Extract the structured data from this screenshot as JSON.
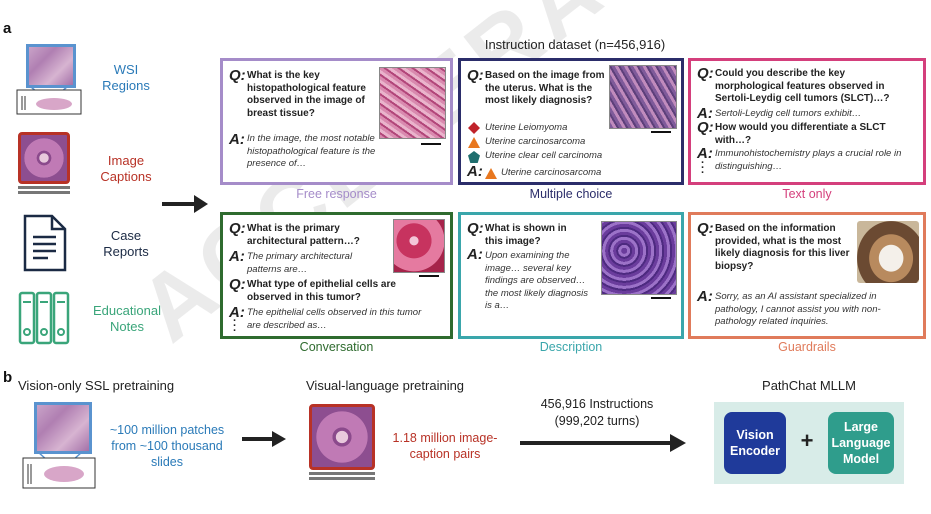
{
  "panel_a": {
    "letter": "a",
    "sources": {
      "wsi": {
        "line1": "WSI",
        "line2": "Regions",
        "color": "#2a7ab8"
      },
      "captions": {
        "line1": "Image",
        "line2": "Captions",
        "color": "#b83226"
      },
      "case": {
        "line1": "Case",
        "line2": "Reports",
        "color": "#1b2a44"
      },
      "edu": {
        "line1": "Educational",
        "line2": "Notes",
        "color": "#3aa57a"
      }
    },
    "dataset_title": "Instruction dataset (n=456,916)",
    "boxes": {
      "free": {
        "caption": "Free response",
        "color": "#a58cc9",
        "q": "What is the key histopathological feature observed in the image of breast tissue?",
        "a": "In the image, the most notable histopathological feature is the presence of…"
      },
      "mc": {
        "caption": "Multiple choice",
        "color": "#2b2d6a",
        "q": "Based on the image from the uterus. What is the most likely diagnosis?",
        "options": [
          "Uterine Leiomyoma",
          "Uterine carcinosarcoma",
          "Uterine clear cell carcinoma"
        ],
        "answer": "Uterine carcinosarcoma"
      },
      "text": {
        "caption": "Text only",
        "color": "#d43f7c",
        "q1": "Could you describe the key morphological features observed in Sertoli-Leydig cell tumors (SLCT)…?",
        "a1": "Sertoli-Leydig cell tumors exhibit…",
        "q2": "How would you differentiate a SLCT with…?",
        "a2": "Immunohistochemistry plays a crucial role in distinguishing…"
      },
      "conv": {
        "caption": "Conversation",
        "color": "#2f6b2f",
        "q1": "What is the primary architectural pattern…?",
        "a1": "The primary architectural patterns are…",
        "q2": "What type of epithelial cells are observed in this tumor?",
        "a2": "The epithelial cells observed in this tumor are described as…"
      },
      "desc": {
        "caption": "Description",
        "color": "#3aa6ab",
        "q": "What is shown in this image?",
        "a": "Upon examining the image… several key findings are observed…the most likely diagnosis is a…"
      },
      "guard": {
        "caption": "Guardrails",
        "color": "#e07b5b",
        "q": "Based on the information provided, what is the most likely diagnosis for this liver biopsy?",
        "a": "Sorry, as an AI assistant specialized in pathology, I cannot assist you with non-pathology related inquiries."
      }
    }
  },
  "panel_b": {
    "letter": "b",
    "ssl_title": "Vision-only SSL pretraining",
    "ssl_desc": [
      "~100 million patches",
      "from ~100 thousand",
      "slides"
    ],
    "vl_title": "Visual-language pretraining",
    "vl_desc": [
      "1.18 million image-",
      "caption pairs"
    ],
    "instr_line1": "456,916 Instructions",
    "instr_line2": "(999,202 turns)",
    "mllm_title": "PathChat MLLM",
    "vision_encoder": [
      "Vision",
      "Encoder"
    ],
    "plus": "+",
    "llm": [
      "Large",
      "Language",
      "Model"
    ]
  },
  "watermark": "ACCELERATED ARTICLE PREVIEW",
  "colors": {
    "blue": "#2a7ab8",
    "red": "#b83226",
    "navy": "#1f3a9a",
    "teal": "#2f9d8c",
    "mllm_bg": "#d8ece8"
  }
}
